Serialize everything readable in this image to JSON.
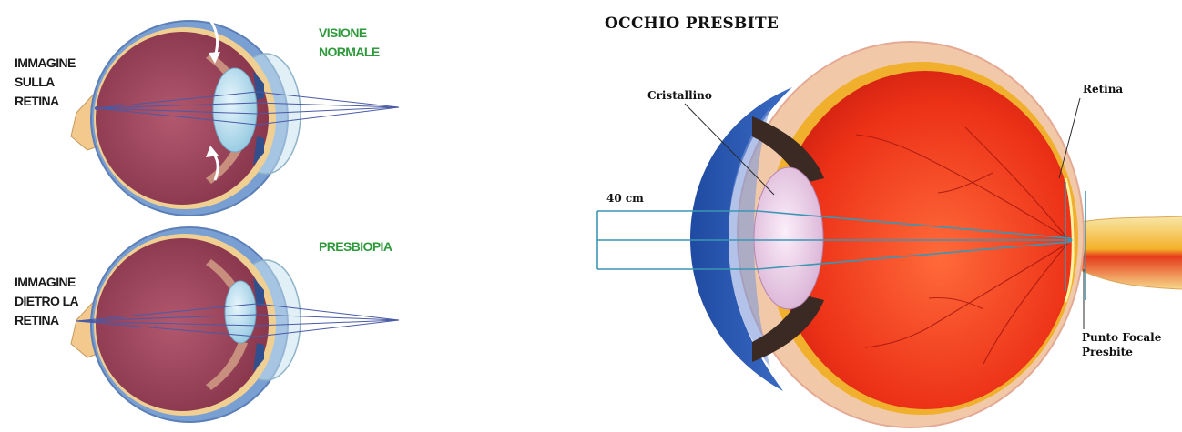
{
  "left_panel": {
    "top": {
      "label_lines": [
        "IMMAGINE",
        "SULLA",
        "RETINA"
      ],
      "title_lines": [
        "VISIONE",
        "NORMALE"
      ]
    },
    "bottom": {
      "label_lines": [
        "IMMAGINE",
        "DIETRO LA",
        "RETINA"
      ],
      "title": "PRESBIOPIA"
    }
  },
  "right_panel": {
    "title": "OCCHIO PRESBITE",
    "labels": {
      "lens": "Cristallino",
      "retina": "Retina",
      "distance": "40 cm",
      "focal_point_lines": [
        "Punto Focale",
        "Presbite"
      ]
    }
  },
  "colors": {
    "green_title": "#2f9a3c",
    "sclera_blue": "#6f93c9",
    "eye_interior": "#a24a60",
    "presbyopic_interior": "#e8311c",
    "ray_blue": "#4a5aa6",
    "ray_teal": "#3a96b4"
  }
}
